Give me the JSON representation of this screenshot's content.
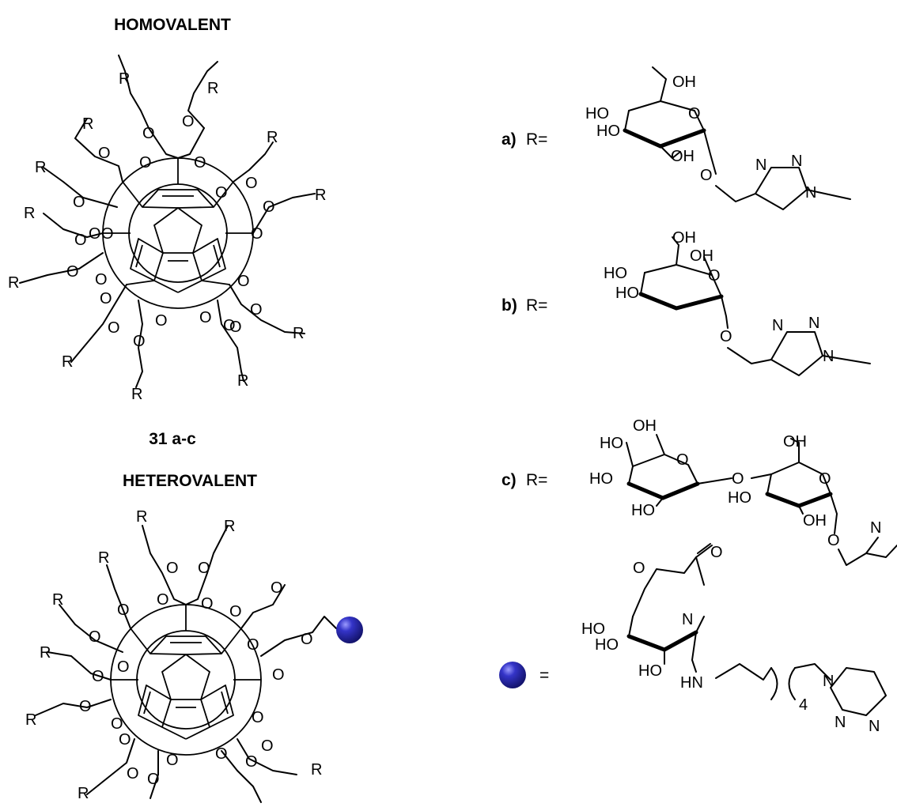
{
  "headings": {
    "homovalent": "HOMOVALENT",
    "compound": "31 a-c",
    "heterovalent": "HETEROVALENT"
  },
  "substituent_labels": {
    "a_key": "a)",
    "b_key": "b)",
    "c_key": "c)",
    "r_equals": "R=",
    "sphere_equals": "="
  },
  "atoms": {
    "R": "R",
    "O": "O",
    "OH": "OH",
    "HO": "HO",
    "N": "N",
    "HN": "HN",
    "four": "4"
  },
  "colors": {
    "sphere": "#2323b4",
    "ink": "#000000"
  }
}
